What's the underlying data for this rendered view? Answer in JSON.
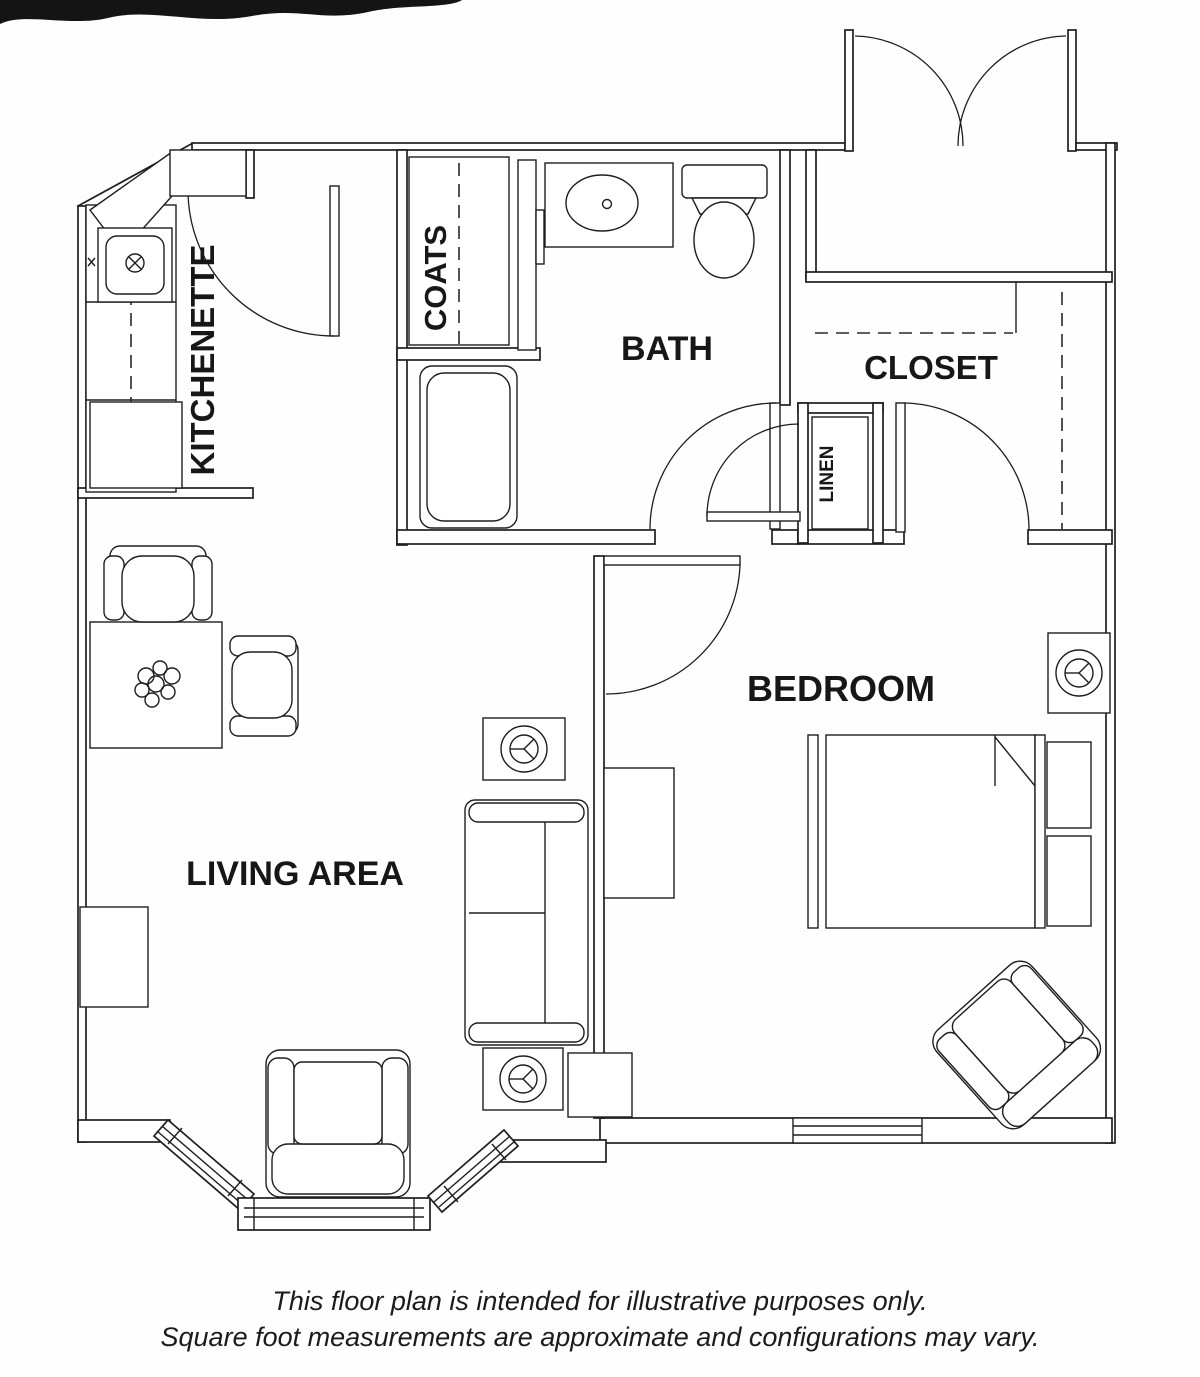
{
  "rooms": {
    "kitchenette": "KITCHENETTE",
    "coats": "COATS",
    "bath": "BATH",
    "closet": "CLOSET",
    "linen": "LINEN",
    "bedroom": "BEDROOM",
    "living": "LIVING AREA"
  },
  "caption": {
    "line1": "This floor plan is intended for illustrative purposes only.",
    "line2": "Square foot measurements are approximate and configurations may vary."
  },
  "colors": {
    "ink": "#1e1e1e",
    "paper": "#fefefe"
  }
}
